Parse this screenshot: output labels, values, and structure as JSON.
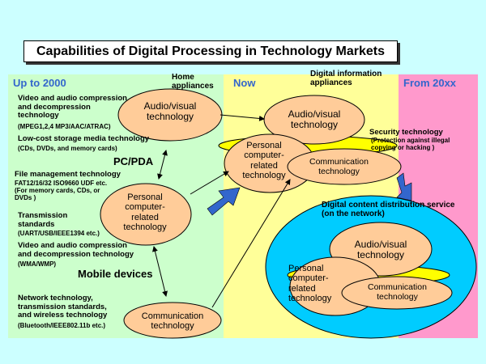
{
  "title": "Capabilities of Digital Processing in Technology Markets",
  "columns": {
    "up_to_2000": "Up to 2000",
    "now": "Now",
    "from_20xx": "From 20xx"
  },
  "labels": {
    "home_appliances": "Home\nappliances",
    "digital_info_appliances": "Digital information\nappliances",
    "pc_pda": "PC/PDA",
    "mobile_devices": "Mobile devices",
    "security_title": "Security technology",
    "security_detail": "(Protection against illegal\ncopying or hacking )",
    "digital_content": "Digital content distribution service\n(on the network)"
  },
  "left_texts": {
    "video_audio_1": "Video and audio compression\nand decompression\ntechnology",
    "video_audio_1_detail": "(MPEG1,2,4  MP3/AAC/ATRAC)",
    "low_cost": "Low-cost storage media technology",
    "low_cost_detail": "(CDs, DVDs, and memory cards)",
    "file_mgmt": "File management technology",
    "file_mgmt_detail": "FAT12/16/32 ISO9660 UDF etc.\n(For memory cards, CDs, or\nDVDs )",
    "transmission": "Transmission\nstandards",
    "transmission_detail": "(UART/USB/IEEE1394 etc.)",
    "video_audio_2": "Video and audio compression\nand decompression technology",
    "video_audio_2_detail": "(WMA/WMP)",
    "network": "Network technology,\ntransmission standards,\nand wireless technology",
    "network_detail": "(Bluetooth/IEEE802.11b etc.)"
  },
  "ellipses": {
    "av_left": "Audio/visual\ntechnology",
    "pc_left": "Personal\ncomputer-\nrelated\ntechnology",
    "comm_left": "Communication\ntechnology",
    "av_now": "Audio/visual\ntechnology",
    "pc_now": "Personal\ncomputer-\nrelated\ntechnology",
    "comm_now": "Communication\ntechnology",
    "av_future": "Audio/visual\ntechnology",
    "pc_future": "Personal\ncomputer-\nrelated\ntechnology",
    "comm_future": "Communication\ntechnology"
  },
  "colors": {
    "background": "#ccffff",
    "left_panel": "#ccffcc",
    "now_panel": "#ffff99",
    "future_panel": "#ff99cc",
    "ellipse_fill": "#ffcc99",
    "yellow_ellipse": "#ffff00",
    "network_fill": "#00ccff",
    "arrow_fill": "#3366cc",
    "header_text": "#3366cc"
  }
}
